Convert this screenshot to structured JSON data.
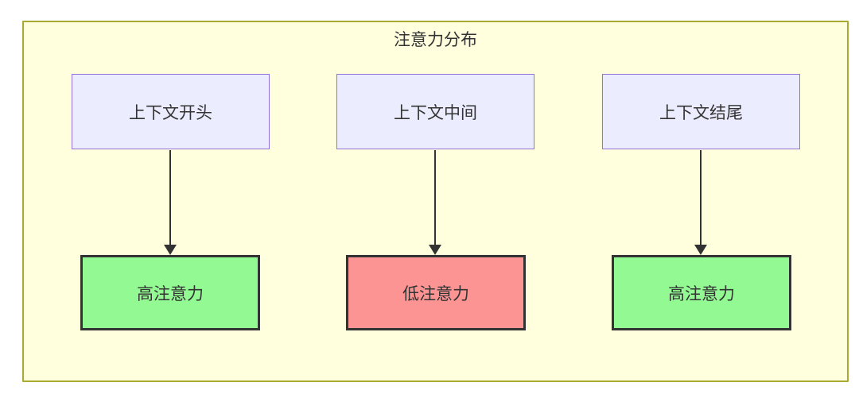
{
  "diagram": {
    "title": "注意力分布",
    "columns": [
      {
        "source": "上下文开头",
        "target": "高注意力",
        "level": "high"
      },
      {
        "source": "上下文中间",
        "target": "低注意力",
        "level": "low"
      },
      {
        "source": "上下文结尾",
        "target": "高注意力",
        "level": "high"
      }
    ],
    "colors": {
      "container_fill": "#ffffde",
      "container_border": "#aaaa33",
      "source_fill": "#ececff",
      "source_border": "#9370db",
      "high_attention_fill": "#93fa93",
      "low_attention_fill": "#fd9494",
      "target_border": "#333333",
      "arrow": "#333333",
      "text": "#333333"
    }
  }
}
